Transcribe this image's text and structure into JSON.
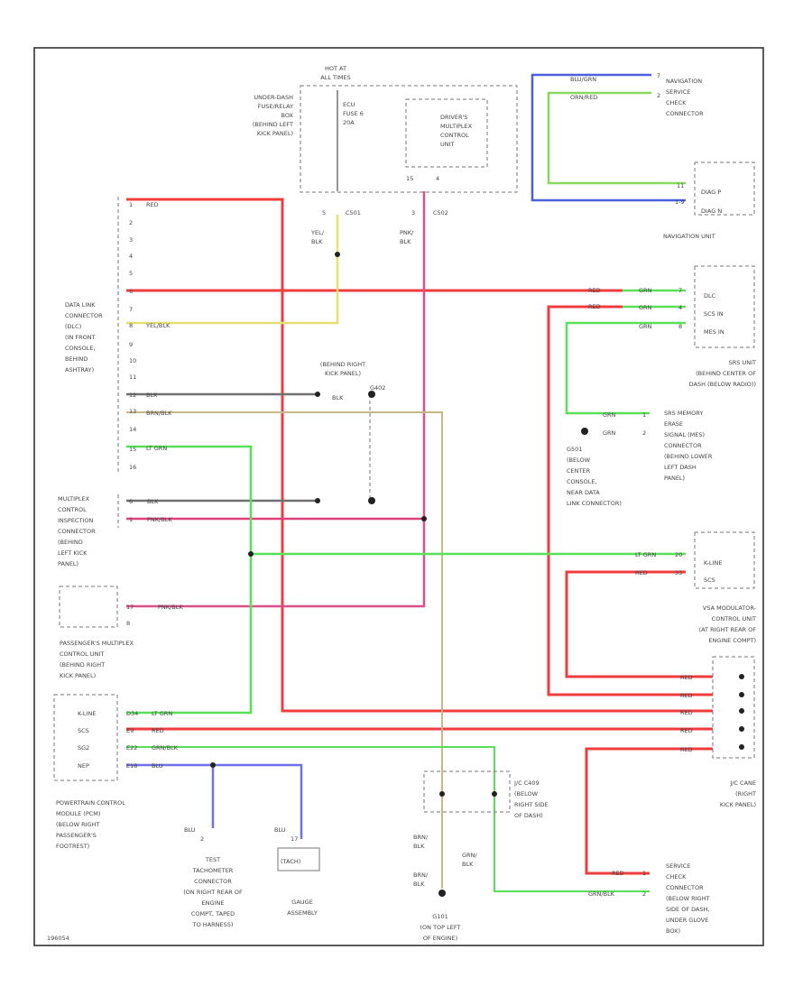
{
  "colors": {
    "red": "#f03c3c",
    "pink_red": "#e0407a",
    "pink": "#d9508a",
    "green": "#58e058",
    "yellow": "#e6e070",
    "blue": "#4a60e0",
    "violet": "#7070e8",
    "olive": "#c8b888",
    "gray": "#707070",
    "orange_green": "#88d860"
  },
  "labels": {
    "hot_at_all_times": [
      "HOT AT",
      "ALL TIMES"
    ],
    "ecu_fuse": [
      "ECU",
      "FUSE 6",
      "20A"
    ],
    "underdash_fuse_box": [
      "UNDER-DASH",
      "FUSE/RELAY",
      "BOX",
      "(BEHIND LEFT",
      "KICK PANEL)"
    ],
    "drivers_mcu": [
      "DRIVER'S",
      "MULTIPLEX",
      "CONTROL",
      "UNIT"
    ],
    "mcu_pins": [
      "15",
      "4"
    ],
    "c501_pin": "5",
    "c501": "C501",
    "c502_pin": "3",
    "c502": "C502",
    "yel_blk": [
      "YEL/",
      "BLK"
    ],
    "pnk_blk": [
      "PNK/",
      "BLK"
    ],
    "nav_service": [
      "NAVIGATION",
      "SERVICE",
      "CHECK",
      "CONNECTOR"
    ],
    "nav_wire_blu_grn": "BLU/GRN",
    "nav_wire_orn_red": "ORN/RED",
    "nav_unit_pins": [
      "DIAG P",
      "DIAG N"
    ],
    "nav_unit_pin_nums": [
      "11",
      "1-9"
    ],
    "nav_unit_pin_top": [
      "7",
      "2"
    ],
    "navigation_unit": "NAVIGATION UNIT",
    "dlc_pin_nums": [
      "1",
      "2",
      "3",
      "4",
      "5",
      "6",
      "7",
      "8",
      "9",
      "10",
      "11",
      "12",
      "13",
      "14",
      "15",
      "16"
    ],
    "dlc_wire_red": "RED",
    "dlc_wire_yel_blk": "YEL/BLK",
    "dlc_wire_blk": "BLK",
    "dlc_wire_brn_blk": "BRN/BLK",
    "dlc_wire_lt_grn": "LT GRN",
    "dlc": [
      "DATA LINK",
      "CONNECTOR",
      "(DLC)",
      "(IN FRONT",
      "CONSOLE,",
      "BEHIND",
      "ASHTRAY)"
    ],
    "behind_right_kick": [
      "(BEHIND RIGHT",
      "KICK PANEL)"
    ],
    "ground_g402": "G402",
    "blk": "BLK",
    "srs_pins": [
      "DLC",
      "SCS IN",
      "MES IN"
    ],
    "srs_wires": [
      "GRN",
      "GRN",
      "GRN"
    ],
    "srs_pin_nums": [
      "7",
      "4",
      "8"
    ],
    "srs_red_left": [
      "RED",
      "RED"
    ],
    "srs_unit": [
      "SRS UNIT",
      "(BEHIND CENTER OF",
      "DASH (BELOW RADIO))"
    ],
    "srs_memory_erase": [
      "SRS MEMORY",
      "ERASE",
      "SIGNAL (MES)",
      "CONNECTOR",
      "(BEHIND LOWER",
      "LEFT DASH",
      "PANEL)"
    ],
    "srs_memory_wires": [
      "GRN",
      "GRN"
    ],
    "srs_memory_pins": [
      "1",
      "2"
    ],
    "g501": [
      "G501",
      "(BELOW",
      "CENTER",
      "CONSOLE,",
      "NEAR DATA",
      "LINK CONNECTOR)"
    ],
    "multiplex_inspection": [
      "MULTIPLEX",
      "CONTROL",
      "INSPECTION",
      "CONNECTOR",
      "(BEHIND",
      "LEFT KICK",
      "PANEL)"
    ],
    "mci_wires": [
      "BLK",
      "PNK/BLK"
    ],
    "mci_pins": [
      "6",
      "1"
    ],
    "vsa_pins": [
      "K-LINE",
      "SCS"
    ],
    "vsa_wires": [
      "LT GRN",
      "RED"
    ],
    "vsa_pin_nums": [
      "20",
      "33"
    ],
    "vsa_unit": [
      "VSA MODULATOR-",
      "CONTROL UNIT",
      "(AT RIGHT REAR OF",
      "ENGINE COMPT)"
    ],
    "passenger_mcu_pin": "17",
    "passenger_mcu_pin2": "8",
    "passenger_mcu_wire": "PNK/BLK",
    "passenger_mcu": [
      "PASSENGER'S MULTIPLEX",
      "CONTROL UNIT",
      "(BEHIND RIGHT",
      "KICK PANEL)"
    ],
    "pcm_pins": [
      "K-LINE",
      "SCS",
      "SG2",
      "NEP"
    ],
    "pcm_pin_nums": [
      "D34",
      "E9",
      "E22",
      "E18"
    ],
    "pcm_wires": [
      "LT GRN",
      "RED",
      "GRN/BLK",
      "BLU"
    ],
    "pcm": [
      "POWERTRAIN CONTROL",
      "MODULE (PCM)",
      "(BELOW RIGHT",
      "PASSENGER'S",
      "FOOTREST)"
    ],
    "jc_right_reds": [
      "RED",
      "RED",
      "RED",
      "RED",
      "RED"
    ],
    "jc_cane": [
      "J/C CANE",
      "(RIGHT",
      "KICK PANEL)"
    ],
    "test_tach_wire": [
      "BLU",
      "2"
    ],
    "test_tach": [
      "TEST",
      "TACHOMETER",
      "CONNECTOR",
      "(ON RIGHT REAR OF",
      "ENGINE",
      "COMPT, TAPED",
      "TO HARNESS)"
    ],
    "gauge_wire": [
      "BLU",
      "17"
    ],
    "gauge_pin_label": "(TACH)",
    "gauge": [
      "GAUGE",
      "ASSEMBLY"
    ],
    "jc_c409": [
      "J/C C409",
      "(BELOW",
      "RIGHT SIDE",
      "OF DASH)"
    ],
    "brn_blk_1": [
      "BRN/",
      "BLK"
    ],
    "brn_blk_2": [
      "BRN/",
      "BLK"
    ],
    "grn_blk_v": [
      "GRN/",
      "BLK"
    ],
    "g101": [
      "G101",
      "(ON TOP LEFT",
      "OF ENGINE)"
    ],
    "service_check": [
      "SERVICE",
      "CHECK",
      "CONNECTOR",
      "(BELOW RIGHT",
      "SIDE OF DASH,",
      "UNDER GLOVE",
      "BOX)"
    ],
    "service_check_wires": [
      "RED",
      "GRN/BLK"
    ],
    "service_check_pins": [
      "1",
      "2"
    ],
    "footer_code": "196054"
  }
}
